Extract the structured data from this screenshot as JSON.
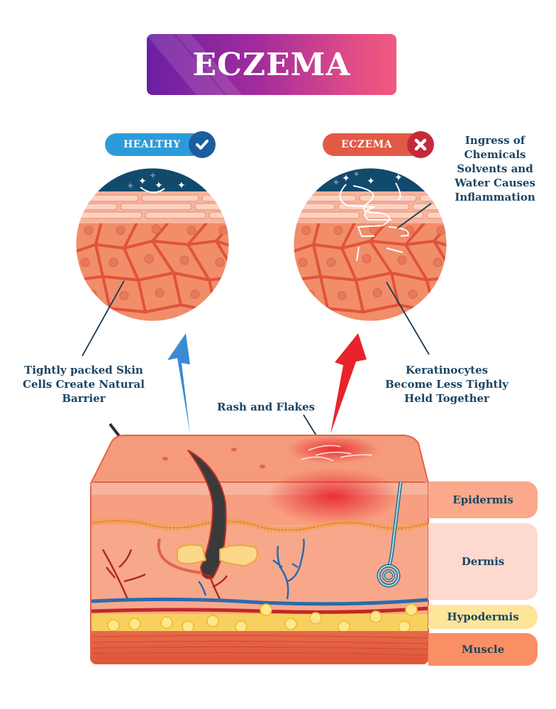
{
  "title": "ECZEMA",
  "colors": {
    "title_gradient_start": "#6a1fa3",
    "title_gradient_end": "#f05a80",
    "healthy_blue": "#2e9bd9",
    "healthy_badge": "#1b5e9e",
    "eczema_red": "#e25a45",
    "eczema_badge": "#c42b3a",
    "label_text": "#1a4565",
    "arrow_healthy": "#3b8bd4",
    "arrow_eczema": "#e8232b"
  },
  "panels": {
    "healthy": {
      "badge_label": "HEALTHY",
      "badge_icon": "checkmark-icon",
      "callout": [
        "Tightly packed Skin",
        "Cells Create Natural",
        "Barrier"
      ]
    },
    "eczema": {
      "badge_label": "ECZEMA",
      "badge_icon": "x-mark-icon",
      "callout_top": [
        "Ingress of",
        "Chemicals",
        "Solvents and",
        "Water Causes",
        "Inflammation"
      ],
      "callout_bottom": [
        "Keratinocytes",
        "Become Less Tightly",
        "Held Together"
      ]
    }
  },
  "cross_section": {
    "callout": "Rash and Flakes",
    "layers": [
      {
        "name": "Epidermis",
        "color": "#fba98a"
      },
      {
        "name": "Dermis",
        "color": "#fdd9cf"
      },
      {
        "name": "Hypodermis",
        "color": "#fde59a"
      },
      {
        "name": "Muscle",
        "color": "#f98f63"
      }
    ]
  }
}
